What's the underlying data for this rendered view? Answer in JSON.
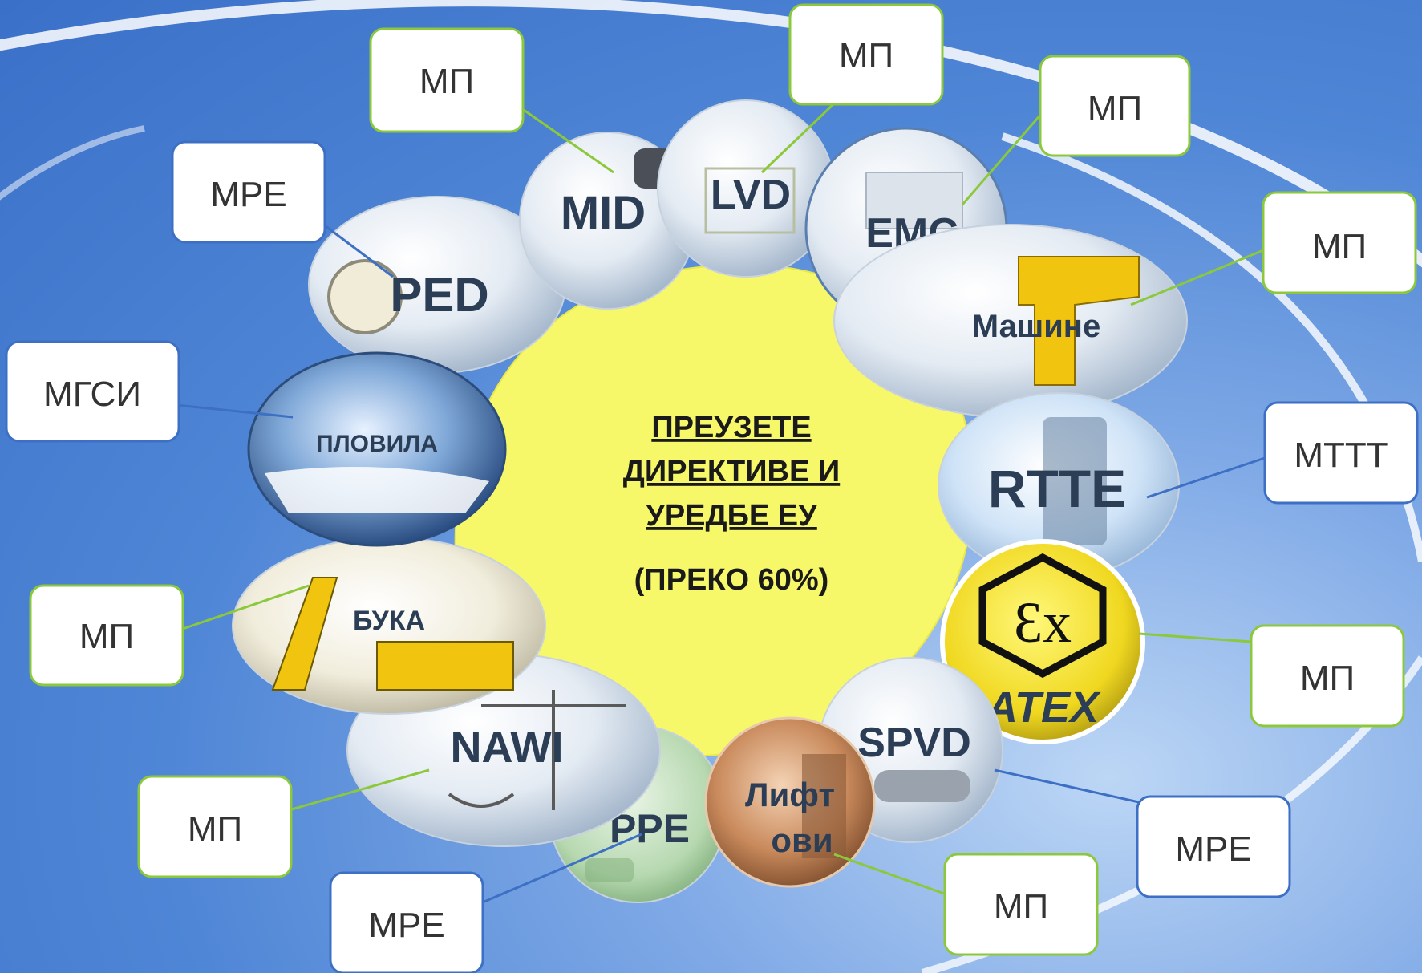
{
  "center": {
    "lines": [
      "ПРЕУЗЕТЕ",
      "ДИРЕКТИВЕ И",
      "УРЕДБЕ ЕУ"
    ],
    "sub": "(ПРЕКО 60%)"
  },
  "colors": {
    "center_fill": "#f7f76a",
    "green_border": "#8cc83c",
    "blue_border": "#3d6fc4"
  },
  "bubbles": [
    {
      "label": "MID",
      "icon": "measuring-instruments-image"
    },
    {
      "label": "LVD",
      "icon": "electrical-panel-image"
    },
    {
      "label": "EMC",
      "icon": "circuit-board-image"
    },
    {
      "label": "Машине",
      "icon": "power-drill-image"
    },
    {
      "label": "RTTE",
      "icon": "mobile-phone-image"
    },
    {
      "label": "ATEX",
      "icon": "ex-explosion-symbol"
    },
    {
      "label": "SPVD",
      "icon": "pressure-vessel-image"
    },
    {
      "label": "Лифт ови",
      "icon": "elevator-image"
    },
    {
      "label": "PPE",
      "icon": "protective-gear-image"
    },
    {
      "label": "NAWI",
      "icon": "weighing-scale-image"
    },
    {
      "label": "БУКА",
      "icon": "excavator-image"
    },
    {
      "label": "ПЛОВИЛА",
      "icon": "boat-image"
    },
    {
      "label": "PED",
      "icon": "pressure-gauge-image"
    }
  ],
  "callouts": [
    {
      "text": "МП"
    },
    {
      "text": "МП"
    },
    {
      "text": "МП"
    },
    {
      "text": "МП"
    },
    {
      "text": "МТТТ"
    },
    {
      "text": "МП"
    },
    {
      "text": "МРЕ"
    },
    {
      "text": "МП"
    },
    {
      "text": "МРЕ"
    },
    {
      "text": "МП"
    },
    {
      "text": "МП"
    },
    {
      "text": "МГСИ"
    },
    {
      "text": "МРЕ"
    }
  ]
}
